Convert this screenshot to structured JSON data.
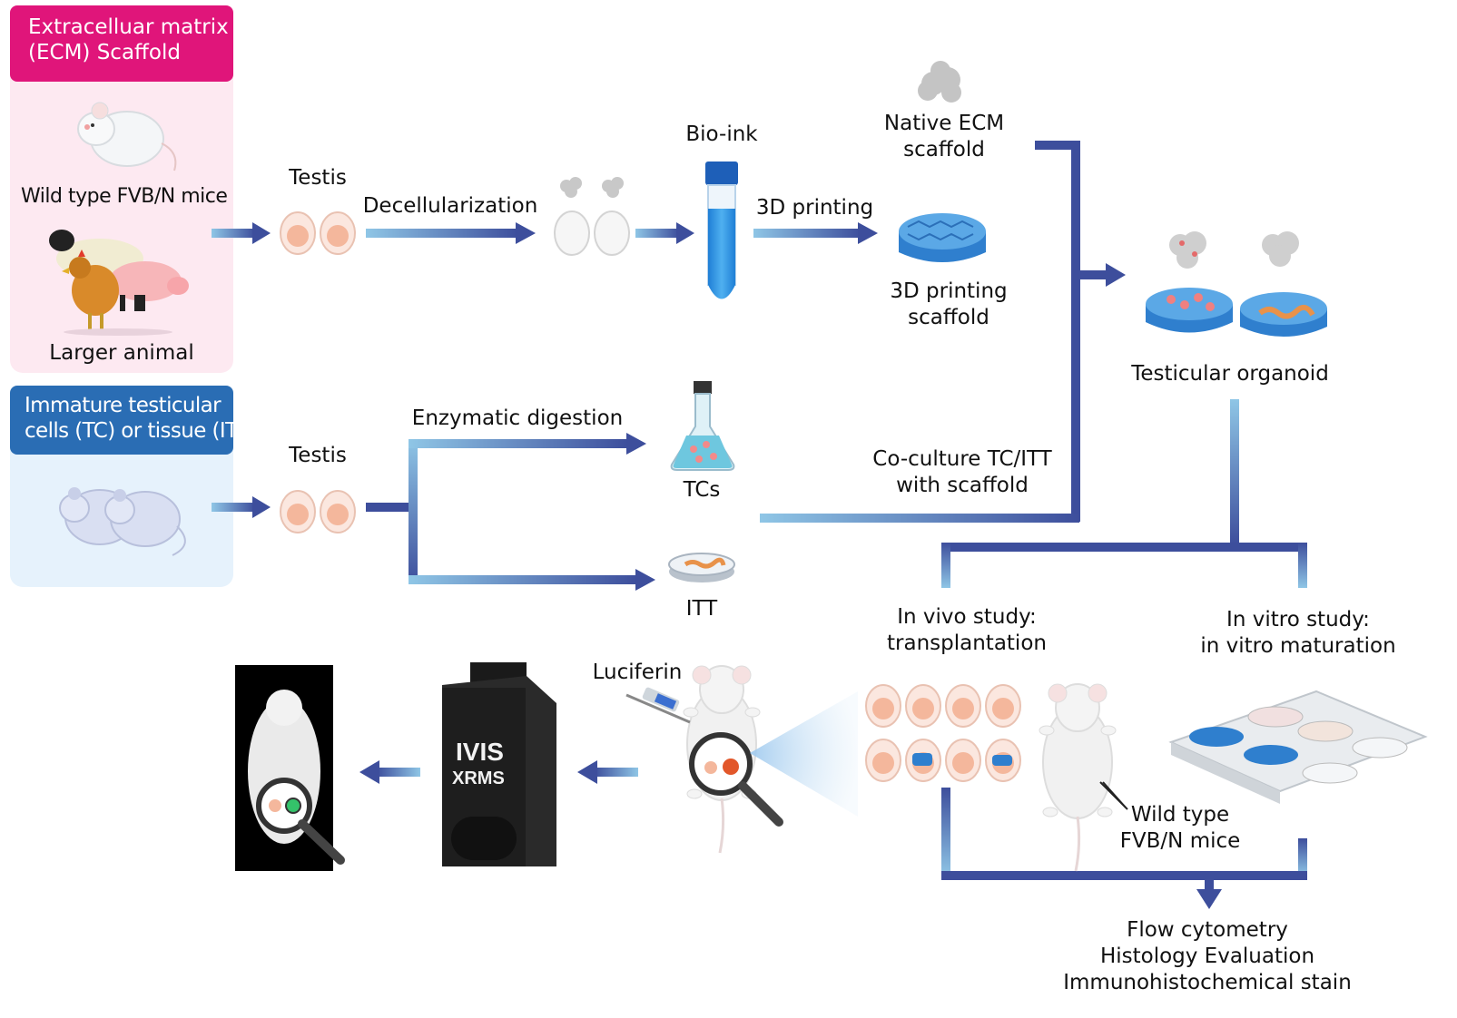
{
  "panels": {
    "ecm": {
      "title_line1": "Extracelluar matrix",
      "title_line2": "(ECM) Scaffold",
      "color": "#e0157a",
      "bg": "#fde9f1"
    },
    "tc": {
      "title_line1": "Immature testicular",
      "title_line2": "cells (TC) or tissue (ITT)",
      "color": "#2a6db4",
      "bg": "#e6f2fc"
    }
  },
  "labels": {
    "wild_type_top": "Wild type FVB/N mice",
    "larger_animal": "Larger animal",
    "testis_top": "Testis",
    "decellularization": "Decellularization",
    "bio_ink": "Bio-ink",
    "printing_3d": "3D printing",
    "native_ecm_1": "Native ECM",
    "native_ecm_2": "scaffold",
    "printing_scaffold_1": "3D printing",
    "printing_scaffold_2": "scaffold",
    "testicular_organoid": "Testicular organoid",
    "testis_bottom": "Testis",
    "enzymatic_digestion": "Enzymatic digestion",
    "tcs": "TCs",
    "itt": "ITT",
    "coculture_1": "Co-culture TC/ITT",
    "coculture_2": "with scaffold",
    "in_vivo_1": "In vivo study:",
    "in_vivo_2": "transplantation",
    "in_vitro_1": "In vitro study:",
    "in_vitro_2": "in vitro maturation",
    "luciferin": "Luciferin",
    "wild_type_bottom_1": "Wild type",
    "wild_type_bottom_2": "FVB/N mice",
    "outcome_1": "Flow cytometry",
    "outcome_2": "Histology Evaluation",
    "outcome_3": "Immunohistochemical stain"
  },
  "device": {
    "brand_1": "IVIS",
    "brand_2": "XRMS"
  },
  "colors": {
    "arrow_dark": "#3d4e9c",
    "arrow_light": "#8fc6e6",
    "tube": "#2b8ee0",
    "testis": "#f6c3ae",
    "dish": "#2f7fce"
  }
}
